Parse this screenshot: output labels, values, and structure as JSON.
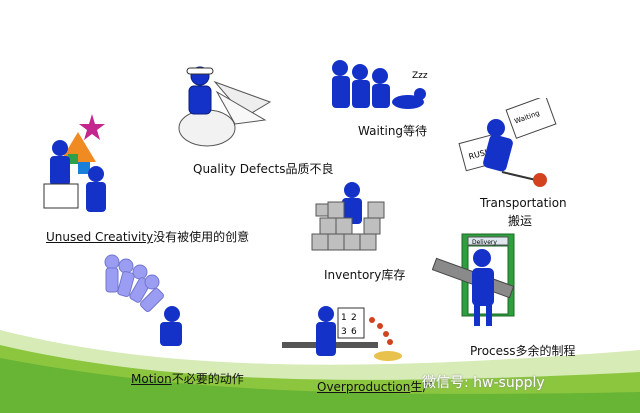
{
  "colors": {
    "figure_blue": "#1432c8",
    "green": "#8cc63f",
    "light_green": "#d6ebb5",
    "door_green": "#2e9e3e",
    "ball_red": "#d2421e",
    "star_pink": "#c3268c"
  },
  "wastes": {
    "quality": {
      "en": "Quality Defects",
      "zh": "品质不良"
    },
    "waiting": {
      "en": "Waiting",
      "zh": "等待"
    },
    "transportation": {
      "en": "Transportation",
      "zh": "搬运"
    },
    "creativity": {
      "en": "Unused Creativity",
      "zh": "没有被使用的创意"
    },
    "inventory": {
      "en": "Inventory",
      "zh": "库存"
    },
    "process": {
      "en": "Process",
      "zh": "多余的制程"
    },
    "motion": {
      "en": "Motion",
      "zh": "不必要的动作"
    },
    "overproduction": {
      "en": "Overproduction",
      "zh": "生产"
    }
  },
  "props": {
    "rush_sign": "RUSH",
    "waiting_sign": "Waiting",
    "door_sign": "Delivery",
    "snore": "Zzz",
    "page_digits": [
      "1",
      "2",
      "3",
      "6"
    ]
  },
  "watermark": "微信号: hw-supply"
}
